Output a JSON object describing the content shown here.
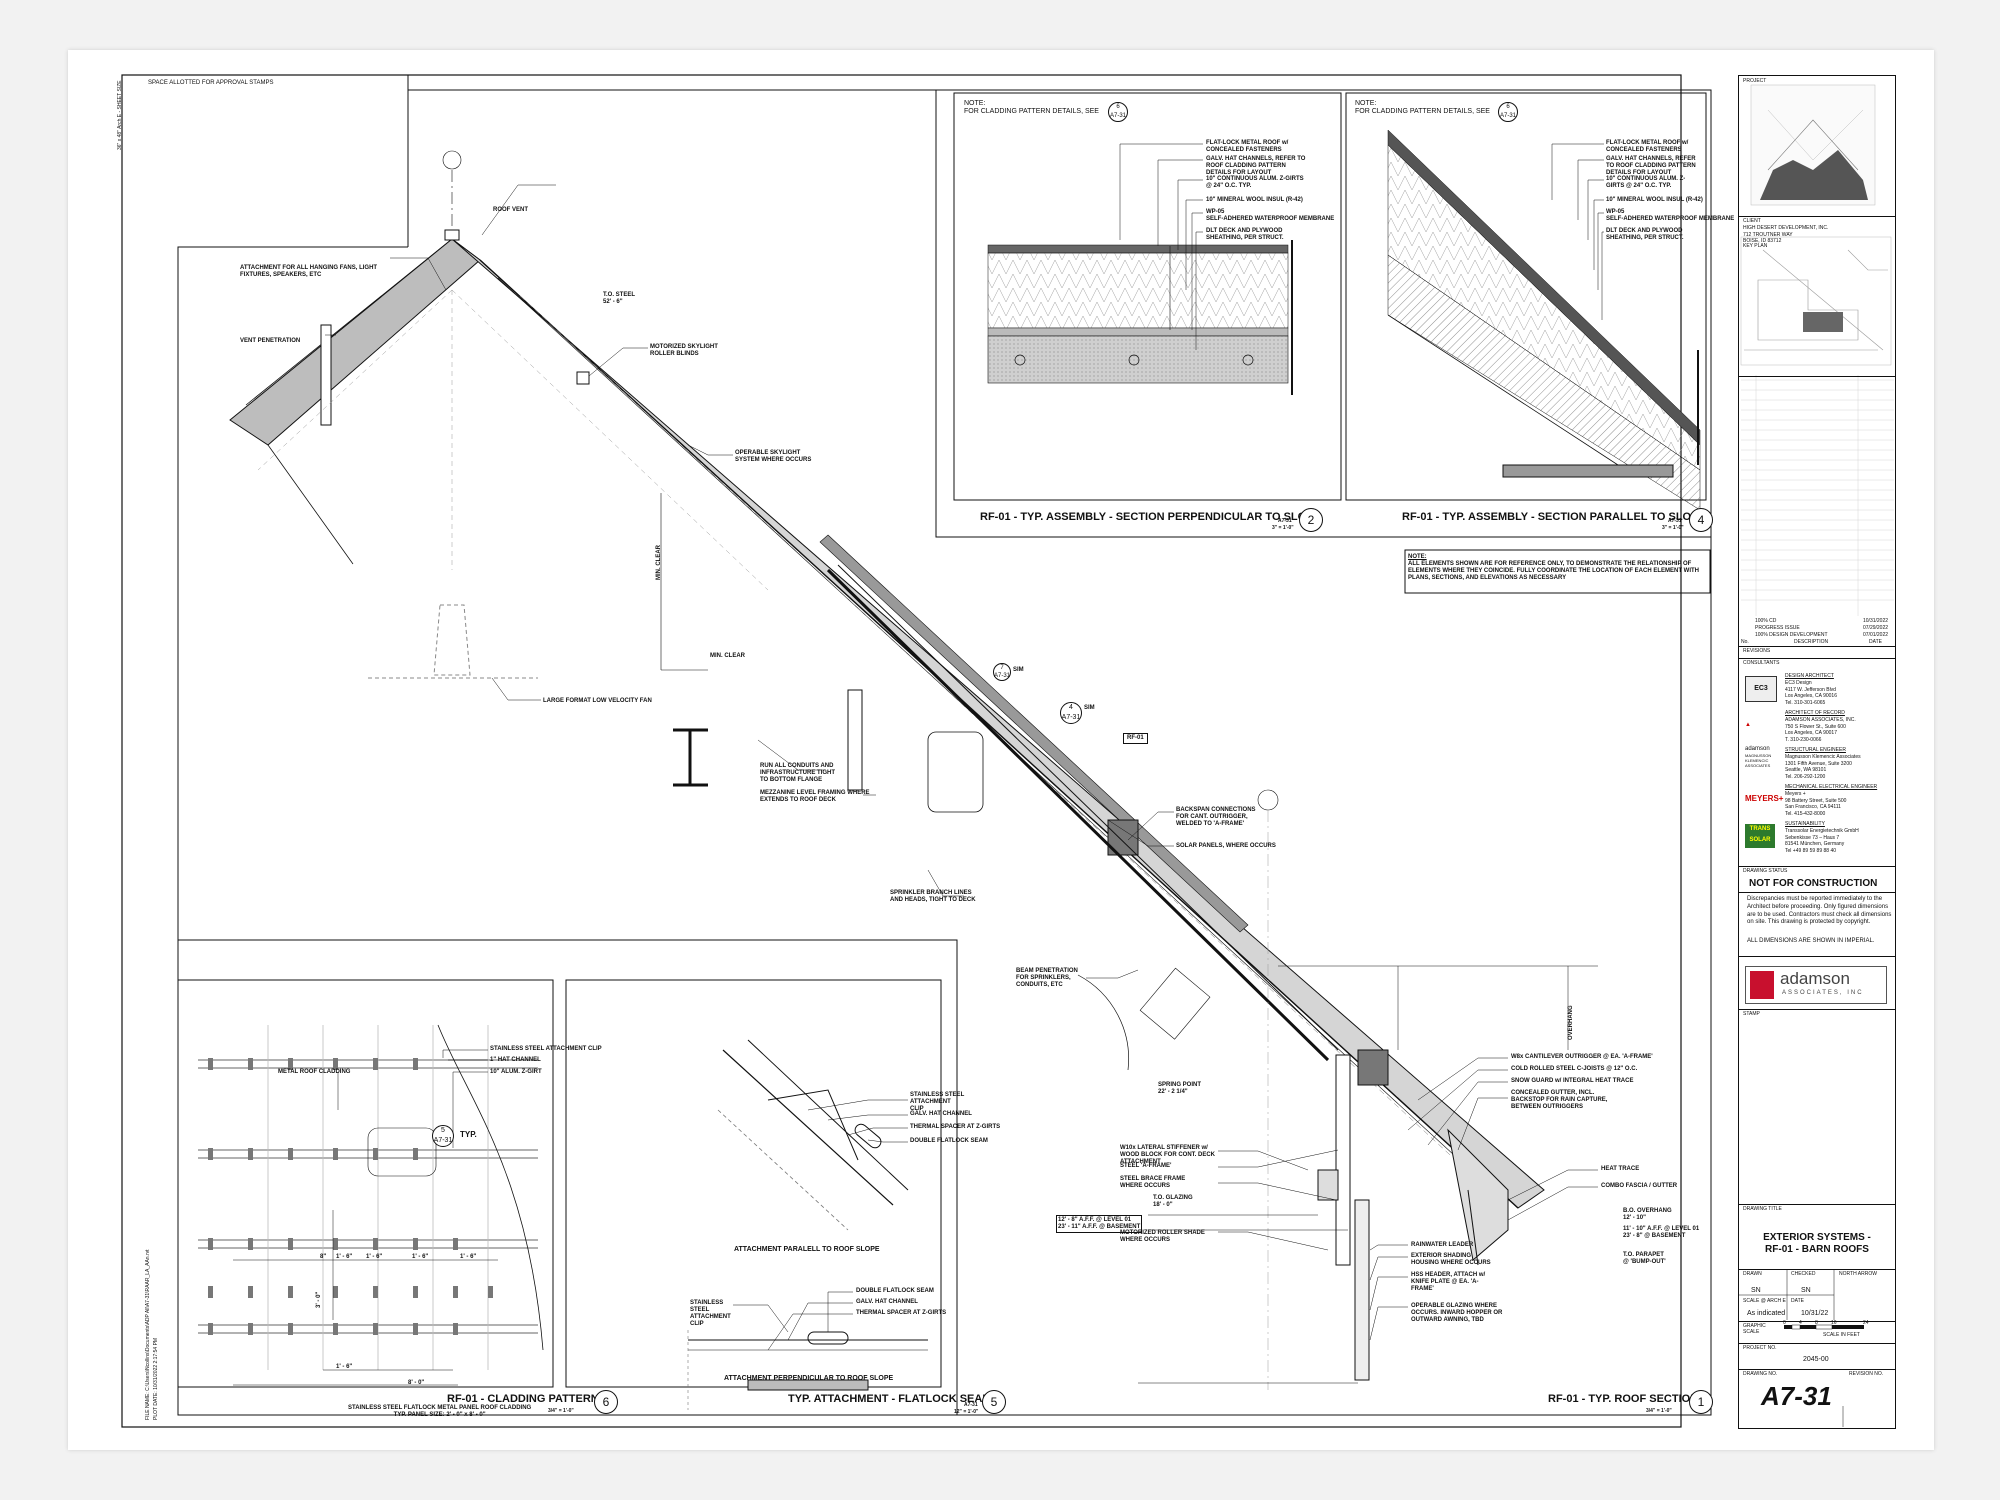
{
  "sheet": {
    "side_note": "36\" x 48\" Arch E - SHEET SIZE",
    "stamps_note": "SPACE ALLOTTED FOR APPROVAL STAMPS",
    "file_note": "FILE NAME: C:\\Users\\Ncollins\\Documents\\ADP All\\A7-31\\RAAR_LA_AAn.rvt",
    "plot_note": "PLOT DATE: 10/31/2022 2:17:54 PM"
  },
  "detail1": {
    "title": "RF-01 - TYP. ROOF SECTION",
    "number": "1",
    "scale": "3/4\" = 1'-0\"",
    "labels": {
      "roof_vent": "ROOF VENT",
      "attachment": "ATTACHMENT FOR ALL HANGING FANS, LIGHT FIXTURES, SPEAKERS, ETC",
      "to_steel": "T.O. STEEL\n52' - 6\"",
      "skylight": "MOTORIZED SKYLIGHT ROLLER BLINDS",
      "vent_pen": "VENT PENETRATION",
      "operable_skylight": "OPERABLE SKYLIGHT SYSTEM WHERE OCCURS",
      "min_clear": "MIN. CLEAR",
      "min_clear2": "MIN. CLEAR",
      "fan": "LARGE FORMAT LOW VELOCITY FAN",
      "conduits": "RUN ALL CONDUITS AND INFRASTRUCTURE TIGHT TO BOTTOM FLANGE",
      "mezz": "MEZZANINE LEVEL FRAMING WHERE EXTENDS TO ROOF DECK",
      "sprinkler": "SPRINKLER BRANCH LINES AND HEADS, TIGHT TO DECK",
      "beam_pen": "BEAM PENETRATION FOR SPRINKLERS, CONDUITS, ETC",
      "rf01": "RF-01",
      "backspan": "BACKSPAN CONNECTIONS FOR CANT. OUTRIGGER, WELDED TO 'A-FRAME'",
      "solar": "SOLAR PANELS, WHERE OCCURS",
      "note_title": "NOTE:",
      "note_body": "ALL ELEMENTS SHOWN ARE FOR REFERENCE ONLY, TO DEMONSTRATE THE RELATIONSHIP OF ELEMENTS WHERE THEY COINCIDE. FULLY COORDINATE THE LOCATION OF EACH ELEMENT WITH PLANS, SECTIONS, AND ELEVATIONS AS NECESSARY",
      "w8": "W8x CANTILEVER OUTRIGGER @ EA. 'A-FRAME'",
      "cold_rolled": "COLD ROLLED STEEL C-JOISTS @ 12\" O.C.",
      "snow_guard": "SNOW GUARD w/ INTEGRAL HEAT TRACE",
      "gutter": "CONCEALED GUTTER, INCL. BACKSTOP FOR RAIN CAPTURE, BETWEEN OUTRIGGERS",
      "heat_trace": "HEAT TRACE",
      "fascia": "COMBO FASCIA / GUTTER",
      "stiffener": "W10x LATERAL STIFFENER w/ WOOD BLOCK FOR CONT. DECK ATTACHMENT",
      "aframe": "STEEL 'A-FRAME'",
      "steel_brace": "STEEL BRACE FRAME WHERE OCCURS",
      "to_glazing": "T.O. GLAZING\n18' - 0\"",
      "level1": "12' - 8\" A.F.F. @ LEVEL 01\n23' - 11\" A.F.F. @ BASEMENT",
      "roller_shade": "MOTORIZED ROLLER SHADE WHERE OCCURS",
      "rainwater": "RAINWATER LEADER",
      "ext_shading": "EXTERIOR SHADING HOUSING WHERE OCCURS",
      "hss": "HSS HEADER, ATTACH w/ KNIFE PLATE @ EA. 'A-FRAME'",
      "op_glazing": "OPERABLE GLAZING WHERE OCCURS. INWARD HOPPER OR OUTWARD AWNING, TBD",
      "spring": "SPRING POINT\n22' - 2 1/4\"",
      "bo_overhang": "B.O. OVERHANG\n12' - 10\"",
      "level1b": "11' - 10\" A.F.F. @ LEVEL 01\n23' - 8\" @ BASEMENT",
      "to_parapet": "T.O. PARAPET\n@ 'BUMP-OUT'",
      "overhang": "OVERHANG",
      "sim": "SIM",
      "sim2": "SIM"
    }
  },
  "detail2": {
    "title": "RF-01 - TYP. ASSEMBLY - SECTION PERPENDICULAR TO SLOPE",
    "number": "2",
    "ref": "A7-31",
    "scale": "3\" = 1'-0\"",
    "note": "NOTE:\nFOR CLADDING PATTERN DETAILS, SEE",
    "note_ref_top": "6",
    "note_ref_bot": "A7-31",
    "labels": [
      "FLAT-LOCK METAL ROOF w/ CONCEALED FASTENERS",
      "GALV. HAT CHANNELS, REFER TO ROOF CLADDING PATTERN DETAILS FOR LAYOUT",
      "10\" CONTINUOUS ALUM. Z-GIRTS @ 24\" O.C. TYP.",
      "10\" MINERAL WOOL INSUL (R-42)",
      "WP-05\nSELF-ADHERED WATERPROOF MEMBRANE",
      "DLT DECK AND PLYWOOD SHEATHING, PER STRUCT."
    ]
  },
  "detail4": {
    "title": "RF-01 - TYP. ASSEMBLY - SECTION PARALLEL TO SLOPE",
    "number": "4",
    "ref": "A7-31",
    "scale": "3\" = 1'-0\"",
    "note": "NOTE:\nFOR CLADDING PATTERN DETAILS, SEE",
    "note_ref_top": "6",
    "note_ref_bot": "A7-31",
    "labels": [
      "FLAT-LOCK METAL ROOF w/ CONCEALED FASTENERS",
      "GALV. HAT CHANNELS, REFER TO ROOF CLADDING PATTERN DETAILS FOR LAYOUT",
      "10\" CONTINUOUS ALUM. Z-GIRTS @ 24\" O.C. TYP.",
      "10\" MINERAL WOOL INSUL (R-42)",
      "WP-05\nSELF-ADHERED WATERPROOF MEMBRANE",
      "DLT DECK AND PLYWOOD SHEATHING, PER STRUCT."
    ]
  },
  "detail6": {
    "title": "RF-01 - CLADDING PATTERN",
    "number": "6",
    "scale": "3/4\" = 1'-0\"",
    "labels": {
      "clip": "STAINLESS STEEL ATTACHMENT CLIP",
      "hat": "1\" HAT CHANNEL",
      "zgirt": "10\" ALUM. Z-GIRT",
      "cladding": "METAL ROOF CLADDING",
      "typ": "TYP.",
      "ref_top": "5",
      "ref_bot": "A7-31",
      "caption": "STAINLESS STEEL FLATLOCK METAL PANEL ROOF CLADDING\nTYP. PANEL SIZE: 2' - 0\" x 8' - 0\"",
      "dims": [
        "8\"",
        "1' - 6\"",
        "1' - 6\"",
        "1' - 6\"",
        "1' - 6\"",
        "3' - 0\"",
        "1' - 6\"",
        "8' - 0\""
      ]
    }
  },
  "detail5": {
    "title": "TYP. ATTACHMENT - FLATLOCK SEAM",
    "number": "5",
    "ref": "A7-31",
    "scale": "12\" = 1'-0\"",
    "upper_labels": [
      "STAINLESS STEEL ATTACHMENT CLIP",
      "GALV. HAT CHANNEL",
      "THERMAL SPACER AT Z-GIRTS",
      "DOUBLE FLATLOCK SEAM"
    ],
    "upper_caption": "ATTACHMENT PARALELL TO ROOF SLOPE",
    "lower_labels_right": [
      "DOUBLE FLATLOCK SEAM",
      "GALV. HAT CHANNEL",
      "THERMAL SPACER AT Z-GIRTS"
    ],
    "lower_label_left": "STAINLESS STEEL ATTACHMENT CLIP",
    "lower_caption": "ATTACHMENT PERPENDICULAR TO ROOF SLOPE"
  },
  "titleblock": {
    "project_label": "PROJECT",
    "client_label": "CLIENT",
    "client": "HIGH DESERT DEVELOPMENT, INC.\n712 TROUTNER WAY\nBOISE, ID 83712",
    "keyplan_label": "KEY PLAN",
    "issues": [
      {
        "desc": "100% CD",
        "date": "10/31/2022"
      },
      {
        "desc": "PROGRESS ISSUE",
        "date": "07/29/2022"
      },
      {
        "desc": "100% DESIGN DEVELOPMENT",
        "date": "07/01/2022"
      }
    ],
    "issue_header": {
      "no": "No.",
      "desc": "DESCRIPTION",
      "date": "DATE"
    },
    "revisions_label": "REVISIONS",
    "consultants_label": "CONSULTANTS",
    "consultants": [
      {
        "role": "DESIGN ARCHITECT",
        "info": "EC3 Design\n4117 W. Jefferson Blvd\nLos Angeles, CA 90016\nTel. 310-301-6065"
      },
      {
        "role": "ARCHITECT OF RECORD",
        "info": "ADAMSON ASSOCIATES, INC.\n750 S Flower St., Suite 600\nLos Angeles, CA 90017\nT. 310-230-0066"
      },
      {
        "role": "STRUCTURAL ENGINEER",
        "info": "Magnusson Klemencic Associates\n1301 Fifth Avenue, Suite 3200\nSeattle, WA 98101\nTel. 206-292-1200"
      },
      {
        "role": "MECHANICAL ELECTRICAL ENGINEER",
        "info": "Meyers +\n98 Battery Street, Suite 500\nSan Francisco, CA 94111\nTel. 415-432-8000"
      },
      {
        "role": "SUSTAINABILITY",
        "info": "Transsolar Energietechnik GmbH\nSebenkisse 73 – Haus 7\n81541 München, Germany\nTel +49 89 59 89 88 40"
      }
    ],
    "logos": [
      "EC3",
      "adamson",
      "MAGNUSSON KLEMENCIC ASSOCIATES",
      "MEYERS+",
      "TRANS SOLAR"
    ],
    "drawing_status_label": "DRAWING STATUS",
    "status": "NOT FOR CONSTRUCTION",
    "disclaimer": "Discrepancies must be reported immediately to the Architect before proceeding. Only figured dimensions are to be used. Contractors must check all dimensions on site. This drawing is protected by copyright.",
    "imperial": "ALL DIMENSIONS ARE SHOWN IN IMPERIAL.",
    "firm_logo_word": "adamson",
    "firm_logo_sub": "ASSOCIATES, INC",
    "stamp_label": "STAMP",
    "drawing_title_label": "DRAWING TITLE",
    "drawing_title": "EXTERIOR SYSTEMS -\nRF-01 - BARN ROOFS",
    "drawn_label": "DRAWN",
    "checked_label": "CHECKED",
    "north_label": "NORTH ARROW",
    "drawn": "SN",
    "checked": "SN",
    "scale_label": "SCALE @ ARCH E",
    "date_label": "DATE",
    "scale": "As indicated",
    "date": "10/31/22",
    "graphic_scale_label": "GRAPHIC SCALE",
    "graphic_ticks": [
      "0",
      "4",
      "8",
      "16",
      "24"
    ],
    "scale_in_feet": "SCALE IN FEET",
    "project_no_label": "PROJECT NO.",
    "project_no": "2045-00",
    "drawing_no_label": "DRAWING NO.",
    "revision_no_label": "REVISION NO.",
    "drawing_no": "A7-31"
  }
}
